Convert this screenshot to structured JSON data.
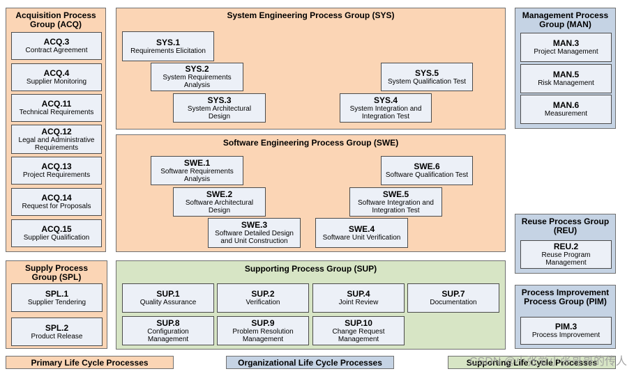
{
  "acq": {
    "title": "Acquisition Process Group (ACQ)",
    "items": [
      {
        "id": "ACQ.3",
        "name": "Contract Agreement"
      },
      {
        "id": "ACQ.4",
        "name": "Supplier Monitoring"
      },
      {
        "id": "ACQ.11",
        "name": "Technical Requirements"
      },
      {
        "id": "ACQ.12",
        "name": "Legal and Administrative Requirements"
      },
      {
        "id": "ACQ.13",
        "name": "Project Requirements"
      },
      {
        "id": "ACQ.14",
        "name": "Request for Proposals"
      },
      {
        "id": "ACQ.15",
        "name": "Supplier Qualification"
      }
    ]
  },
  "sys": {
    "title": "System Engineering Process Group (SYS)",
    "items": [
      {
        "id": "SYS.1",
        "name": "Requirements Elicitation"
      },
      {
        "id": "SYS.2",
        "name": "System Requirements Analysis"
      },
      {
        "id": "SYS.3",
        "name": "System Architectural Design"
      },
      {
        "id": "SYS.4",
        "name": "System Integration and Integration Test"
      },
      {
        "id": "SYS.5",
        "name": "System Qualification Test"
      }
    ]
  },
  "swe": {
    "title": "Software Engineering Process Group (SWE)",
    "items": [
      {
        "id": "SWE.1",
        "name": "Software Requirements Analysis"
      },
      {
        "id": "SWE.2",
        "name": "Software Architectural Design"
      },
      {
        "id": "SWE.3",
        "name": "Software Detailed Design and Unit Construction"
      },
      {
        "id": "SWE.4",
        "name": "Software Unit Verification"
      },
      {
        "id": "SWE.5",
        "name": "Software Integration and Integration Test"
      },
      {
        "id": "SWE.6",
        "name": "Software Qualification Test"
      }
    ]
  },
  "man": {
    "title": "Management Process Group (MAN)",
    "items": [
      {
        "id": "MAN.3",
        "name": "Project Management"
      },
      {
        "id": "MAN.5",
        "name": "Risk Management"
      },
      {
        "id": "MAN.6",
        "name": "Measurement"
      }
    ]
  },
  "reu": {
    "title": "Reuse Process Group (REU)",
    "items": [
      {
        "id": "REU.2",
        "name": "Reuse Program Management"
      }
    ]
  },
  "spl": {
    "title": "Supply Process Group (SPL)",
    "items": [
      {
        "id": "SPL.1",
        "name": "Supplier Tendering"
      },
      {
        "id": "SPL.2",
        "name": "Product Release"
      }
    ]
  },
  "sup": {
    "title": "Supporting Process Group (SUP)",
    "items": [
      {
        "id": "SUP.1",
        "name": "Quality Assurance"
      },
      {
        "id": "SUP.2",
        "name": "Verification"
      },
      {
        "id": "SUP.4",
        "name": "Joint Review"
      },
      {
        "id": "SUP.7",
        "name": "Documentation"
      },
      {
        "id": "SUP.8",
        "name": "Configuration Management"
      },
      {
        "id": "SUP.9",
        "name": "Problem Resolution Management"
      },
      {
        "id": "SUP.10",
        "name": "Change Request Management"
      }
    ]
  },
  "pim": {
    "title": "Process Improvement Process Group (PIM)",
    "items": [
      {
        "id": "PIM.3",
        "name": "Process Improvement"
      }
    ]
  },
  "legend": {
    "primary": "Primary Life Cycle Processes",
    "organizational": "Organizational Life Cycle Processes",
    "supporting": "Supporting Life Cycle Processes"
  },
  "watermark": "CSDN @小张爱小张哥哥的传人",
  "colors": {
    "primary": "#fbd5b5",
    "organizational": "#c5d3e4",
    "supporting": "#d7e5c5",
    "process_box": "#ecf0f7"
  }
}
